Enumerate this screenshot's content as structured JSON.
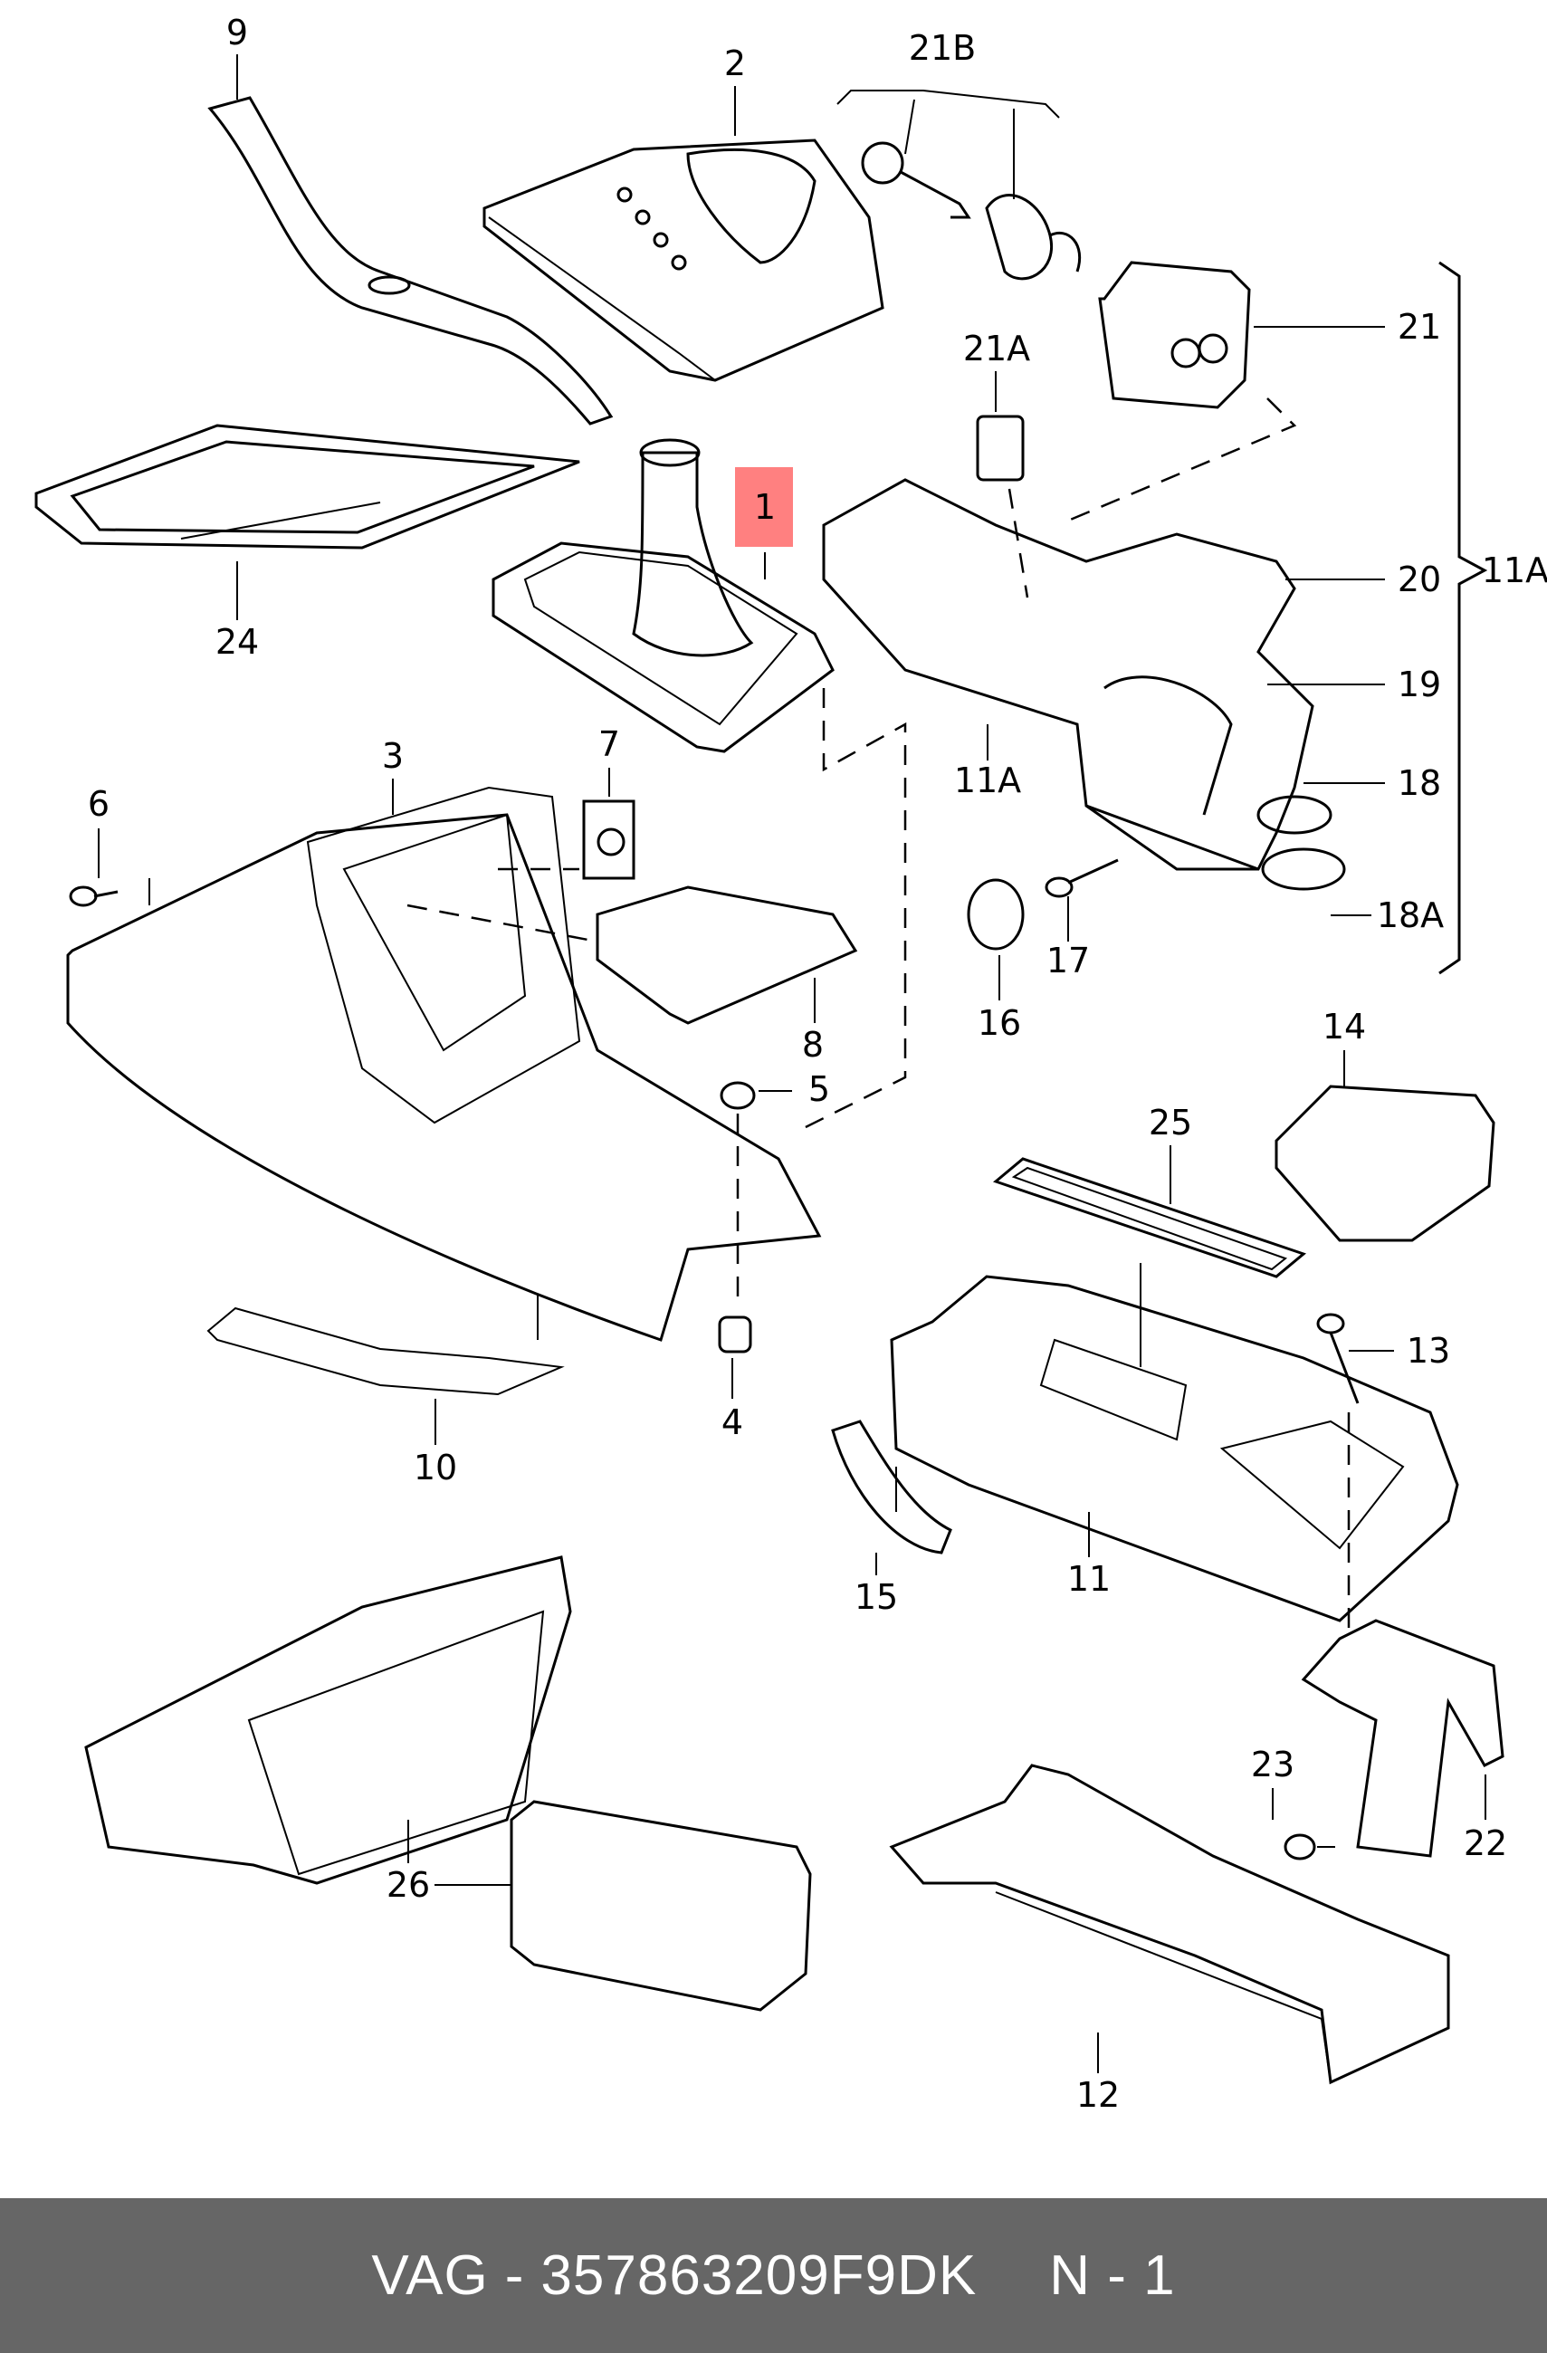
{
  "diagram": {
    "title": "Center console parts diagram",
    "highlighted_part": "1",
    "highlight_color": "#ff8080",
    "labels": [
      {
        "id": "9",
        "text": "9"
      },
      {
        "id": "2",
        "text": "2"
      },
      {
        "id": "21B",
        "text": "21B"
      },
      {
        "id": "21",
        "text": "21"
      },
      {
        "id": "21A",
        "text": "21A"
      },
      {
        "id": "1",
        "text": "1"
      },
      {
        "id": "20",
        "text": "20"
      },
      {
        "id": "11A-group",
        "text": "11A"
      },
      {
        "id": "19",
        "text": "19"
      },
      {
        "id": "24",
        "text": "24"
      },
      {
        "id": "11A",
        "text": "11A"
      },
      {
        "id": "18",
        "text": "18"
      },
      {
        "id": "3",
        "text": "3"
      },
      {
        "id": "7",
        "text": "7"
      },
      {
        "id": "6",
        "text": "6"
      },
      {
        "id": "17",
        "text": "17"
      },
      {
        "id": "18A",
        "text": "18A"
      },
      {
        "id": "16",
        "text": "16"
      },
      {
        "id": "8",
        "text": "8"
      },
      {
        "id": "5",
        "text": "5"
      },
      {
        "id": "14",
        "text": "14"
      },
      {
        "id": "25",
        "text": "25"
      },
      {
        "id": "13",
        "text": "13"
      },
      {
        "id": "4",
        "text": "4"
      },
      {
        "id": "10",
        "text": "10"
      },
      {
        "id": "15",
        "text": "15"
      },
      {
        "id": "11",
        "text": "11"
      },
      {
        "id": "23",
        "text": "23"
      },
      {
        "id": "22",
        "text": "22"
      },
      {
        "id": "26",
        "text": "26"
      },
      {
        "id": "12",
        "text": "12"
      }
    ]
  },
  "footer": {
    "brand": "VAG",
    "separator": "-",
    "part_number": "357863209F9DK",
    "position_label": "N - 1",
    "background": "#666666"
  }
}
